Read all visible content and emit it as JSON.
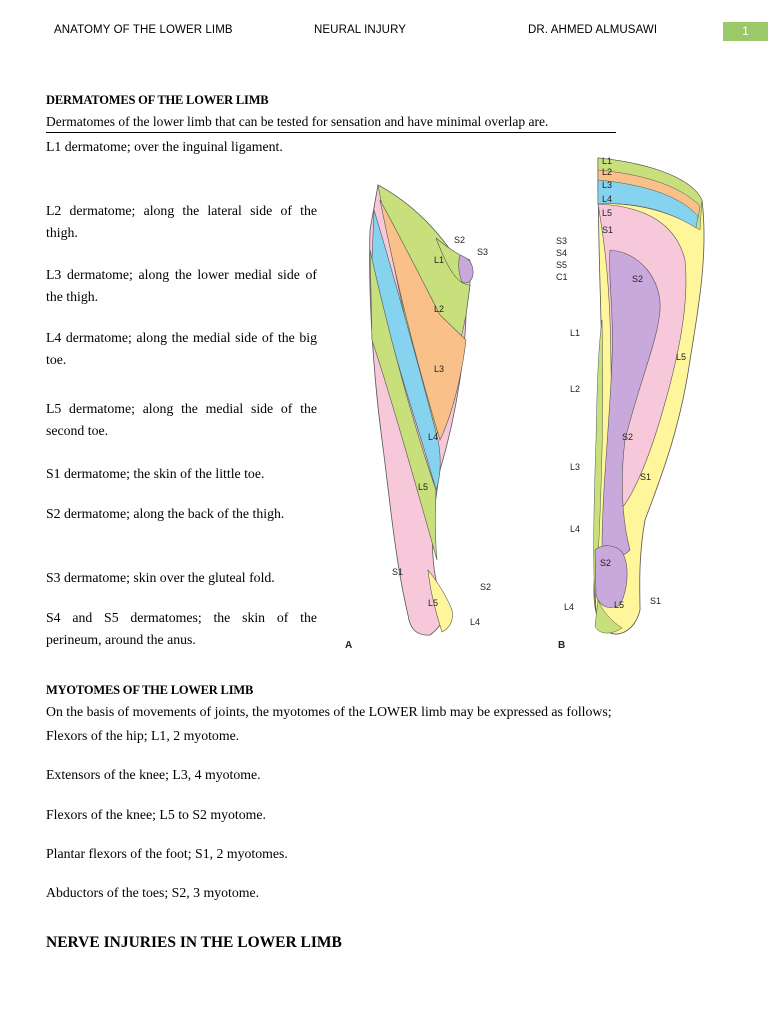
{
  "header": {
    "left": "ANATOMY OF THE LOWER LIMB",
    "center": "NEURAL INJURY",
    "right": "DR. AHMED ALMUSAWI",
    "page_number": "1"
  },
  "dermatomes": {
    "title": "DERMATOMES OF THE LOWER LIMB",
    "intro": "Dermatomes of the lower limb that can be tested for sensation and have minimal overlap are.",
    "items": [
      " L1 dermatome; over the inguinal ligament.",
      " L2 dermatome; along the lateral side of the thigh.",
      " L3 dermatome; along the lower medial side of the thigh.",
      " L4 dermatome; along the medial side of the big toe.",
      " L5 dermatome; along the medial side of the second toe.",
      " S1 dermatome; the skin of the little toe.",
      " S2 dermatome; along the back of the thigh.",
      " S3 dermatome; skin over the gluteal fold.",
      " S4 and S5 dermatomes; the skin of the perineum, around the anus."
    ]
  },
  "figure": {
    "panel_a": "A",
    "panel_b": "B",
    "labels_a": [
      "L1",
      "L2",
      "L3",
      "L4",
      "L5",
      "S1",
      "S2",
      "S3",
      "S2",
      "L5",
      "L4"
    ],
    "labels_b": [
      "L1",
      "L2",
      "L3",
      "L4",
      "L5",
      "S1",
      "S3",
      "S4",
      "S5",
      "C1",
      "S2",
      "L5",
      "L1",
      "L2",
      "L3",
      "S2",
      "S1",
      "L4",
      "S2",
      "L4",
      "L5",
      "S1"
    ]
  },
  "myotomes": {
    "title": "MYOTOMES OF THE LOWER LIMB",
    "intro": "On the basis of movements of joints, the myotomes of the LOWER limb may be expressed as follows;",
    "items": [
      " Flexors of the hip; L1, 2 myotome.",
      " Extensors of the knee; L3, 4 myotome.",
      " Flexors of the knee; L5 to S2 myotome.",
      " Plantar flexors of the foot; S1, 2 myotomes.",
      " Abductors of the toes; S2, 3 myotome."
    ]
  },
  "nerve_injuries": {
    "title": "NERVE INJURIES IN THE LOWER LIMB"
  }
}
